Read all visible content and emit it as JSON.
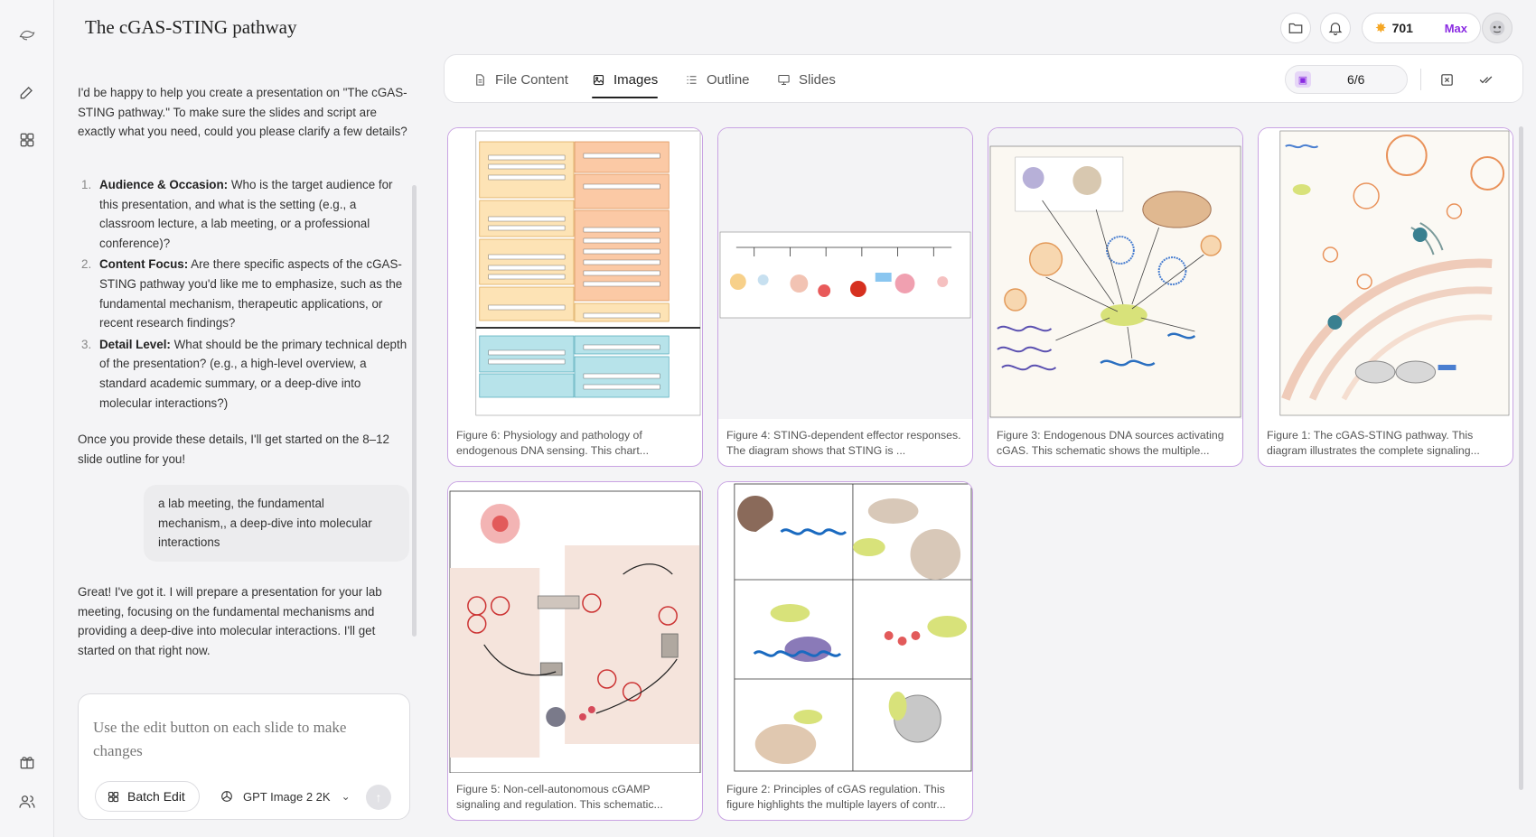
{
  "header": {
    "title": "The cGAS-STING pathway",
    "credits": "701",
    "plan": "Max"
  },
  "chat": {
    "assistant_intro": "I'd be happy to help you create a presentation on \"The cGAS-STING pathway.\" To make sure the slides and script are exactly what you need, could you please clarify a few details?",
    "questions": [
      {
        "num": "1.",
        "title": "Audience & Occasion:",
        "text": " Who is the target audience for this presentation, and what is the setting (e.g., a classroom lecture, a lab meeting, or a professional conference)?"
      },
      {
        "num": "2.",
        "title": "Content Focus:",
        "text": " Are there specific aspects of the cGAS-STING pathway you'd like me to emphasize, such as the fundamental mechanism, therapeutic applications, or recent research findings?"
      },
      {
        "num": "3.",
        "title": "Detail Level:",
        "text": " What should be the primary technical depth of the presentation? (e.g., a high-level overview, a standard academic summary, or a deep-dive into molecular interactions?)"
      }
    ],
    "assistant_outro": "Once you provide these details, I'll get started on the 8–12 slide outline for you!",
    "user_reply": "a lab meeting, the fundamental mechanism,, a deep-dive into molecular interactions",
    "assistant_final": "Great! I've got it. I will prepare a presentation for your lab meeting, focusing on the fundamental mechanisms and providing a deep-dive into molecular interactions. I'll get started on that right now."
  },
  "composer": {
    "placeholder": "Use the edit button on each slide to make changes",
    "batch_edit": "Batch Edit",
    "model": "GPT Image 2 2K"
  },
  "tabs": {
    "file_content": "File Content",
    "images": "Images",
    "outline": "Outline",
    "slides": "Slides"
  },
  "counter": "6/6",
  "figures": [
    {
      "caption": "Figure 6: Physiology and pathology of endogenous DNA sensing. This chart..."
    },
    {
      "caption": "Figure 4: STING-dependent effector responses. The diagram shows that STING is ..."
    },
    {
      "caption": "Figure 3: Endogenous DNA sources activating cGAS. This schematic shows the multiple..."
    },
    {
      "caption": "Figure 1: The cGAS-STING pathway. This diagram illustrates the complete signaling..."
    },
    {
      "caption": "Figure 5: Non-cell-autonomous cGAMP signaling and regulation. This schematic..."
    },
    {
      "caption": "Figure 2: Principles of cGAS regulation. This figure highlights the multiple layers of contr..."
    }
  ],
  "colors": {
    "accent": "#8a2be2",
    "card_border": "#c9a3e3",
    "credit_bolt": "#f5a623"
  }
}
